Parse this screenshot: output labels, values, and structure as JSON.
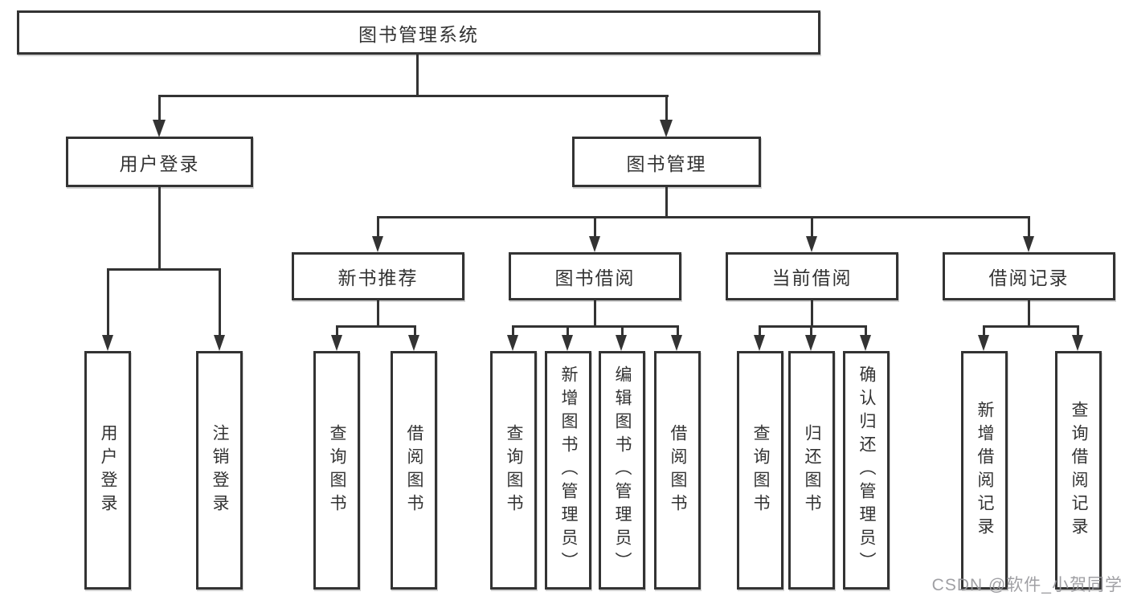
{
  "nodes": {
    "root": "图书管理系统",
    "user_login": "用户登录",
    "book_mgmt": "图书管理",
    "new_book_rec": "新书推荐",
    "book_borrow": "图书借阅",
    "current_borrow": "当前借阅",
    "borrow_records": "借阅记录",
    "login_user": "用户登录",
    "login_logout": "注销登录",
    "rec_query": "查询图书",
    "rec_borrow": "借阅图书",
    "bb_query": "查询图书",
    "bb_add": "新增图书（管理员）",
    "bb_edit": "编辑图书（管理员）",
    "bb_borrow": "借阅图书",
    "cb_query": "查询图书",
    "cb_return": "归还图书",
    "cb_confirm": "确认归还（管理员）",
    "br_add": "新增借阅记录",
    "br_query": "查询借阅记录"
  },
  "watermark": "CSDN @软件_小贺同学",
  "colors": {
    "line": "#333333",
    "text": "#333333",
    "box_background": "#ffffff",
    "watermark": "#96969a",
    "background": "#ffffff"
  }
}
